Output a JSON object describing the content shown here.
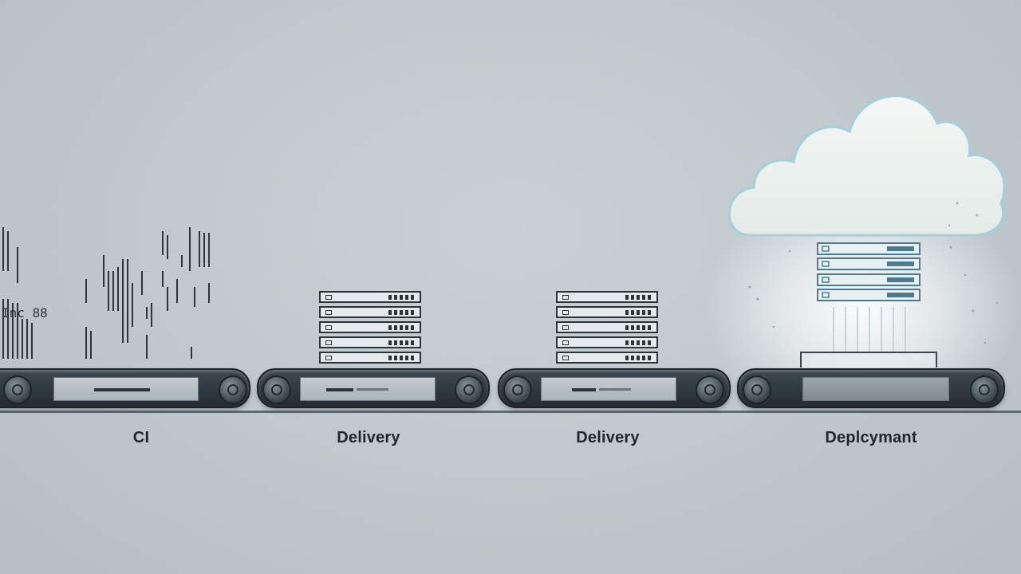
{
  "stages": [
    {
      "id": "ci",
      "label": "CI"
    },
    {
      "id": "delivery-1",
      "label": "Delivery"
    },
    {
      "id": "delivery-2",
      "label": "Delivery"
    },
    {
      "id": "deployment",
      "label": "Deplcymant"
    }
  ],
  "code_fragments": [
    "Inc 88"
  ],
  "icons": {
    "code": "code-lines-icon",
    "server": "server-rack-icon",
    "cloud": "cloud-icon"
  },
  "colors": {
    "background": "#c3cccf",
    "belt": "#2f3940",
    "cloud_outline": "#9fc6d6",
    "server_outline_cloud": "#4d7a90",
    "label": "#1f272c"
  }
}
